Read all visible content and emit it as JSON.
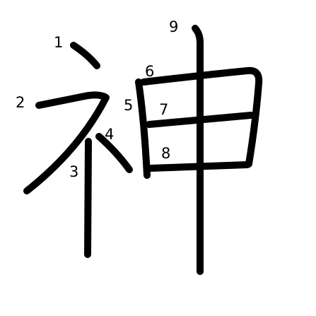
{
  "character": "神",
  "stroke_numbers": [
    "1",
    "2",
    "3",
    "4",
    "5",
    "6",
    "7",
    "8",
    "9"
  ]
}
